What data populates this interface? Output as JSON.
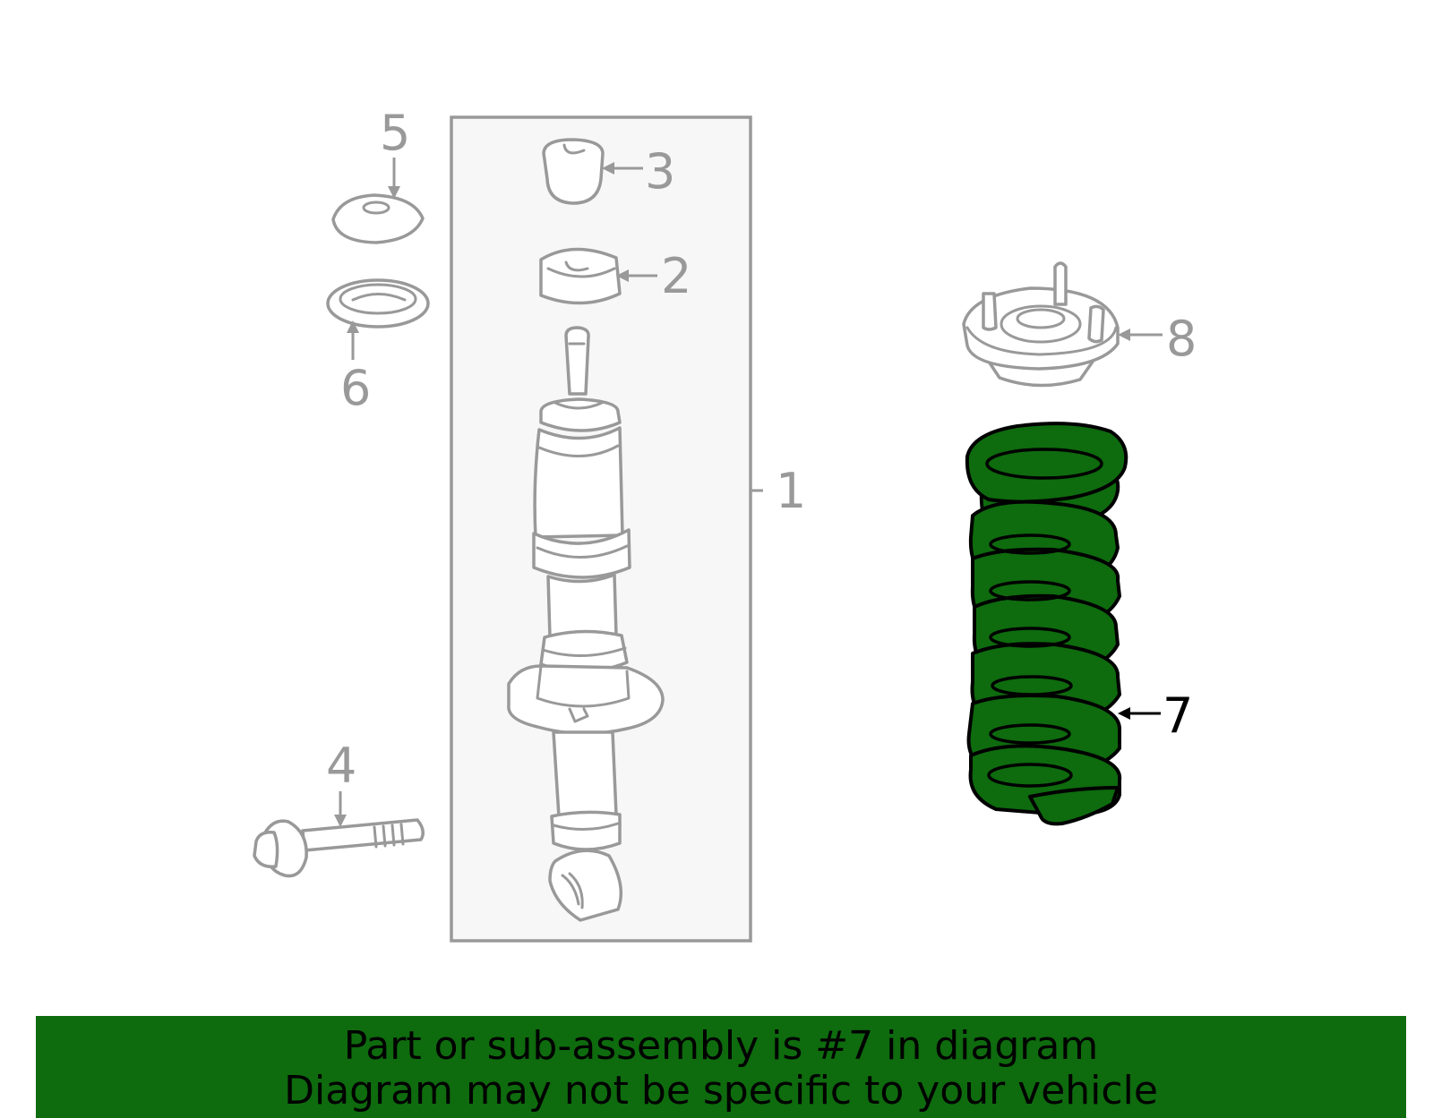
{
  "callouts": {
    "c1": "1",
    "c2": "2",
    "c3": "3",
    "c4": "4",
    "c5": "5",
    "c6": "6",
    "c7": "7",
    "c8": "8"
  },
  "highlighted_part": "7",
  "colors": {
    "highlight_fill": "#0e6b0e",
    "part_stroke": "#999999",
    "banner_bg": "#0e6b0e",
    "assembly_box_bg": "#f7f7f7"
  },
  "banner": {
    "line1": "Part or sub-assembly is #7 in diagram",
    "line2": "Diagram may not be specific to your vehicle"
  }
}
